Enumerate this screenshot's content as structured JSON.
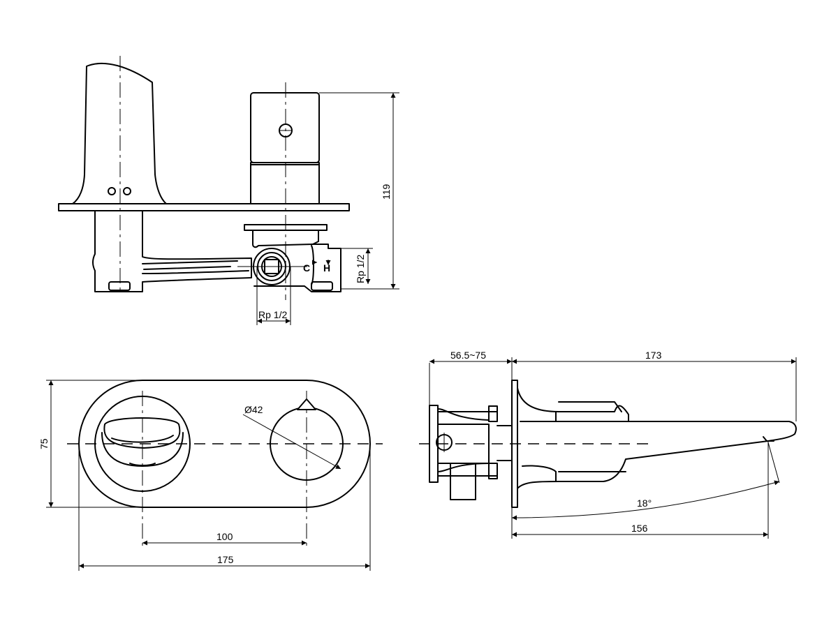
{
  "views": {
    "side_view": {
      "dim_height": "119",
      "dim_inlet_vertical": "Rp 1/2",
      "dim_inlet_horizontal": "Rp 1/2",
      "label_cold": "C",
      "label_hot": "H"
    },
    "front_view": {
      "dim_height": "75",
      "dim_knob_diameter": "Ø42",
      "dim_center_distance": "100",
      "dim_overall_width": "175"
    },
    "spout_view": {
      "dim_wall_range": "56.5~75",
      "dim_spout_reach": "173",
      "dim_angle": "18°",
      "dim_outlet_reach": "156"
    }
  }
}
